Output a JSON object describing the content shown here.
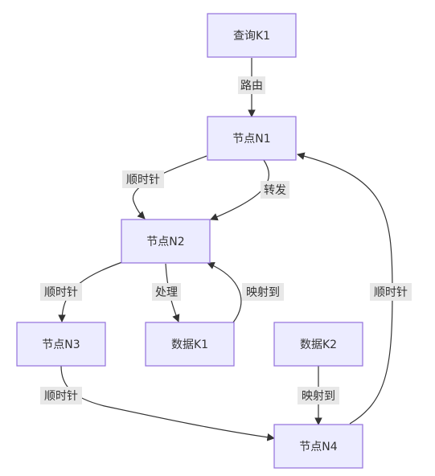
{
  "nodes": {
    "k1": "查询K1",
    "n1": "节点N1",
    "n2": "节点N2",
    "n3": "节点N3",
    "dk1": "数据K1",
    "dk2": "数据K2",
    "n4": "节点N4"
  },
  "edges": {
    "k1_n1": "路由",
    "n1_n2_cw": "顺时针",
    "n1_n2_fwd": "转发",
    "n2_n3": "顺时针",
    "n2_dk1": "处理",
    "dk1_n2": "映射到",
    "n4_n1": "顺时针",
    "n3_n4": "顺时针",
    "dk2_n4": "映射到"
  },
  "colors": {
    "node_fill": "#ECECFF",
    "node_stroke": "#9370DB",
    "edge": "#333333",
    "label_bg": "#E8E8E8"
  }
}
